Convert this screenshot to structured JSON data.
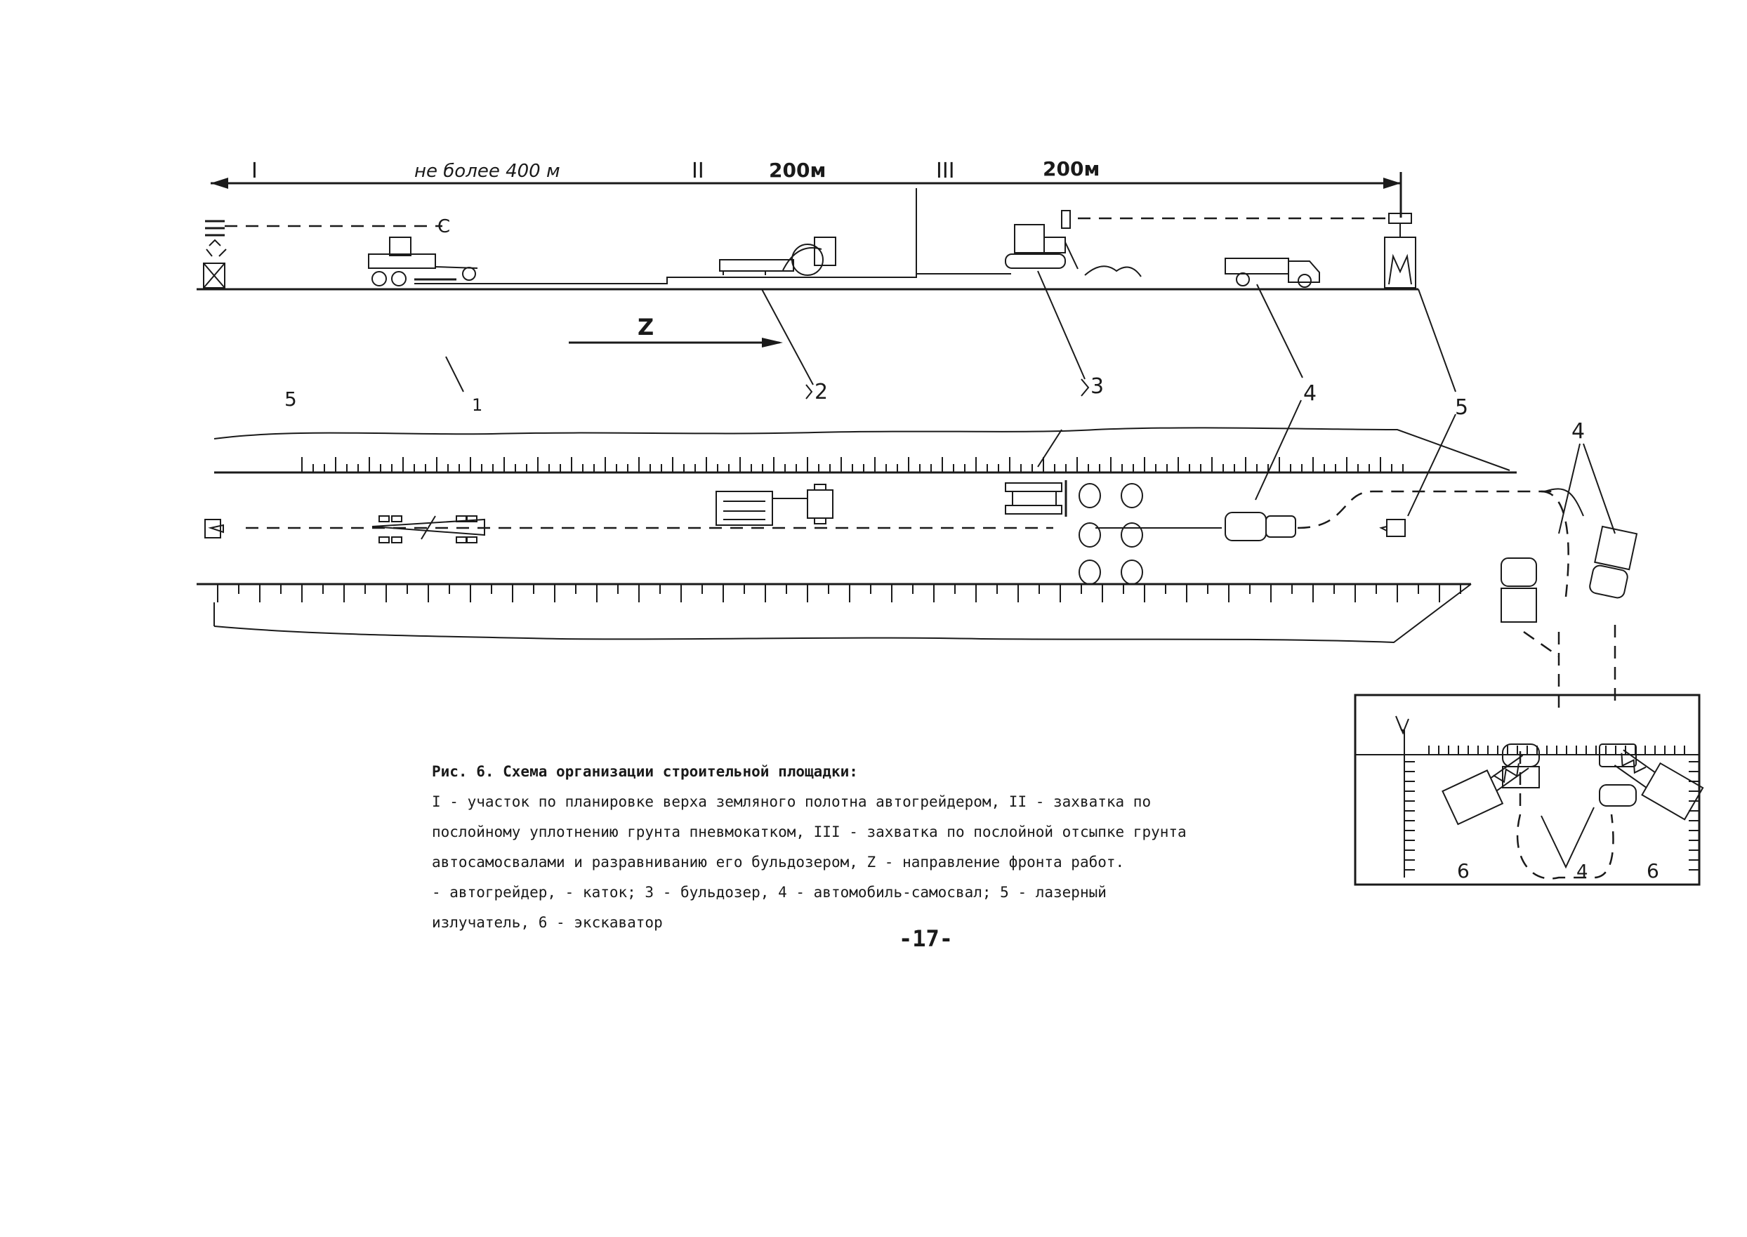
{
  "dimension": {
    "section_1": "I",
    "length_1": "не более 400 м",
    "section_2": "II",
    "length_2": "200м",
    "section_3": "III",
    "length_3": "200м"
  },
  "labels": {
    "c": "С",
    "direction": "Z",
    "n1": "1",
    "n2": "2",
    "n3": "3",
    "n4": "4",
    "n5_top": "5",
    "n5_left": "5",
    "n4_top_right": "4",
    "n4_bottom": "4",
    "n6_left": "6",
    "n6_right": "6"
  },
  "caption": {
    "title": "Рис. 6. Схема организации строительной площадки:",
    "line1": "I - участок по планировке верха земляного полотна автогрейдером, II - захватка по",
    "line2": "послойному уплотнению грунта пневмокатком, III - захватка по послойной отсыпке грунта",
    "line3": "автосамосвалами и разравниванию его бульдозером, Z - направление фронта работ.",
    "line4": " - автогрейдер,   - каток; 3 - бульдозер, 4 - автомобиль-самосвал; 5 - лазерный",
    "line5": "излучатель, 6 - экскаватор"
  },
  "page_number": "-17-"
}
